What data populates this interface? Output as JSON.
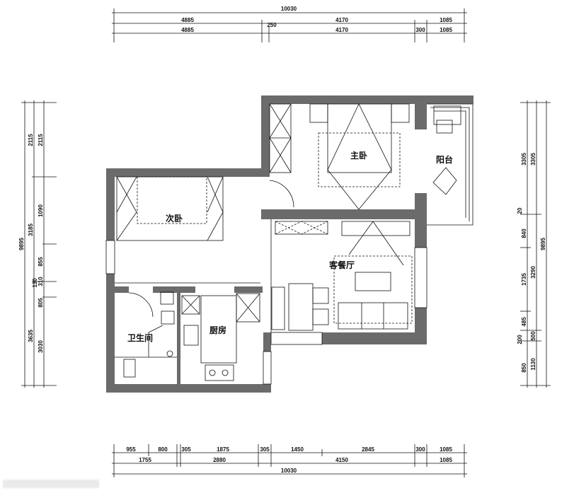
{
  "colors": {
    "wall": "#6b6b6b",
    "line": "#111111"
  },
  "rooms": {
    "master_bedroom": "主卧",
    "second_bedroom": "次卧",
    "balcony": "阳台",
    "living_dining": "客餐厅",
    "bathroom": "卫生间",
    "kitchen": "厨房"
  },
  "dims": {
    "top": {
      "total": "10030",
      "row2": [
        "4885",
        "4170",
        "1085"
      ],
      "row3": [
        "4885",
        "250",
        "4170",
        "300",
        "1085"
      ]
    },
    "bottom": {
      "row1": [
        "955",
        "800",
        "305",
        "1875",
        "305",
        "1450",
        "2845",
        "300",
        "1085"
      ],
      "row2": [
        "1755",
        "2880",
        "4150",
        "1085"
      ],
      "total": "10030"
    },
    "left": {
      "total": "9895",
      "mid": [
        "2115",
        "3185",
        "3635"
      ],
      "inner": [
        "2115",
        "1090",
        "855",
        "130",
        "310",
        "805",
        "3030"
      ]
    },
    "right": {
      "inner": [
        "3305",
        "20",
        "840",
        "1735",
        "485",
        "200",
        "850"
      ],
      "mid": [
        "3305",
        "3290",
        "500",
        "1130"
      ],
      "total": "9895"
    }
  }
}
